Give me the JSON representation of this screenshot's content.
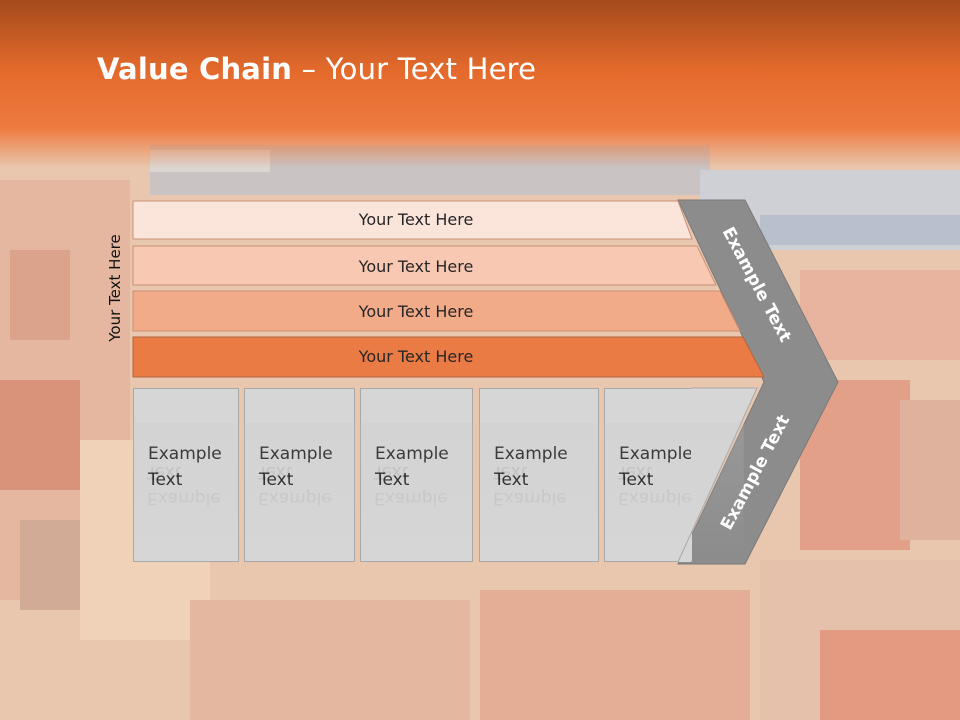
{
  "title": {
    "bold": "Value Chain",
    "rest": " – Your Text Here"
  },
  "side_label": "Your Text Here",
  "bars": [
    {
      "label": "Your Text Here",
      "color": "#fbe4da"
    },
    {
      "label": "Your Text Here",
      "color": "#f8c8b2"
    },
    {
      "label": "Your Text Here",
      "color": "#f2ab88"
    },
    {
      "label": "Your Text Here",
      "color": "#eb7b45"
    }
  ],
  "boxes": [
    {
      "label": "Example\nText"
    },
    {
      "label": "Example\nText"
    },
    {
      "label": "Example\nText"
    },
    {
      "label": "Example\nText"
    },
    {
      "label": "Example\nText"
    }
  ],
  "chevron": {
    "top_label": "Example Text",
    "bottom_label": "Example Text",
    "color": "#8c8c8c",
    "text_color": "#ffffff"
  },
  "colors": {
    "header_top": "#a44b1c",
    "header_bottom": "#ea7236",
    "box_fill": "#d6d6d6"
  }
}
